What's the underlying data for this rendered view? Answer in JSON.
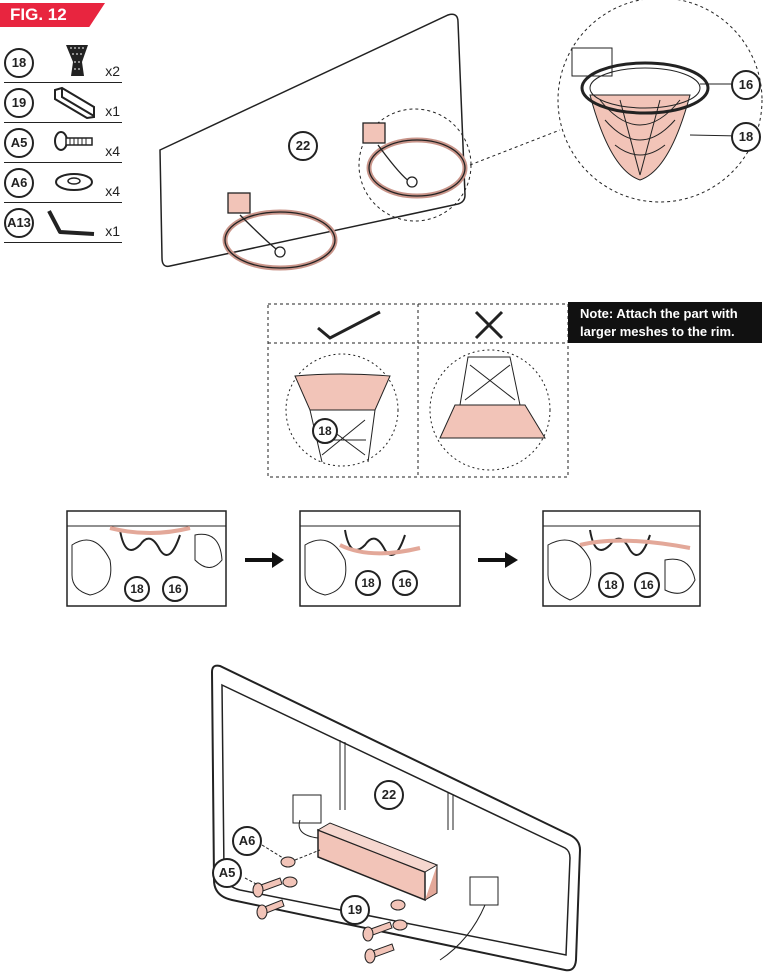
{
  "figure_label": "FIG. 12",
  "parts": [
    {
      "id": "18",
      "qty": "x2",
      "icon": "net-icon"
    },
    {
      "id": "19",
      "qty": "x1",
      "icon": "bracket-icon"
    },
    {
      "id": "A5",
      "qty": "x4",
      "icon": "bolt-icon"
    },
    {
      "id": "A6",
      "qty": "x4",
      "icon": "washer-icon"
    },
    {
      "id": "A13",
      "qty": "x1",
      "icon": "hex-key-icon"
    }
  ],
  "step1": {
    "board": "22",
    "rim": "16",
    "net": "18"
  },
  "orientation": {
    "correct_net": "18",
    "correct_icon": "check-icon",
    "wrong_icon": "cross-icon"
  },
  "note": "Note: Attach the part with larger meshes to the rim.",
  "step2": [
    {
      "net": "18",
      "rim": "16"
    },
    {
      "net": "18",
      "rim": "16"
    },
    {
      "net": "18",
      "rim": "16"
    }
  ],
  "step3": {
    "board": "22",
    "washer": "A6",
    "bolt": "A5",
    "bracket": "19"
  },
  "colors": {
    "accent": "#e8253f",
    "part": "#f2c4b8"
  }
}
